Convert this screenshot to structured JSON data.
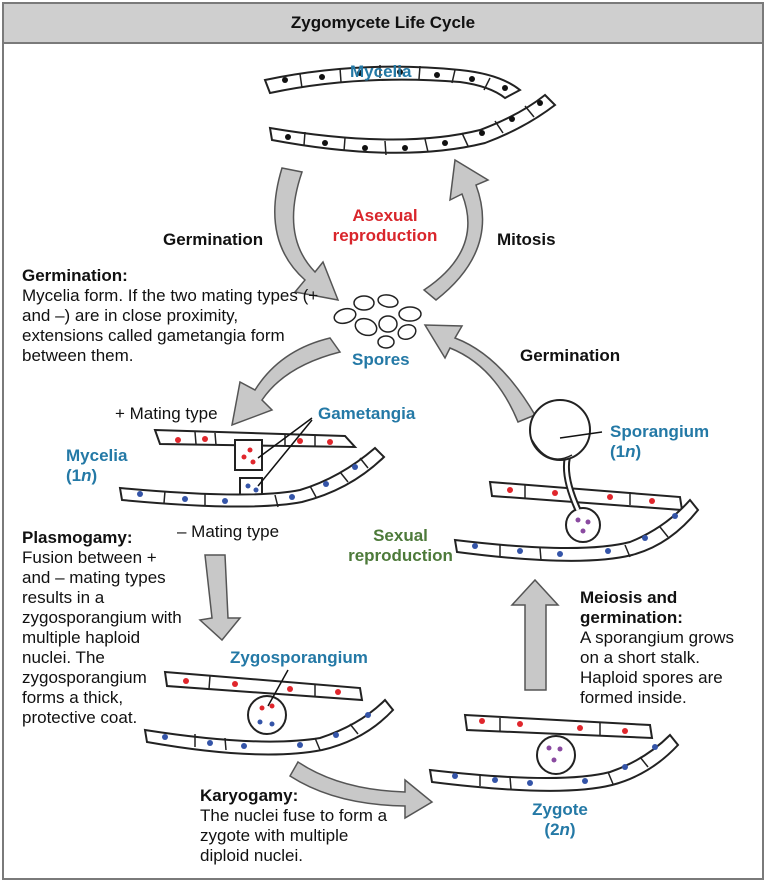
{
  "title": "Zygomycete Life Cycle",
  "labels": {
    "mycelia_top": "Mycelia",
    "asexual": "Asexual reproduction",
    "germination_left": "Germination",
    "mitosis": "Mitosis",
    "spores": "Spores",
    "germination_right": "Germination",
    "plus_mating": "+ Mating type",
    "gametangia": "Gametangia",
    "mycelia_1n_a": "Mycelia",
    "mycelia_1n_b": "(1",
    "mycelia_1n_n": "n",
    "mycelia_1n_c": ")",
    "minus_mating": "– Mating type",
    "sexual": "Sexual reproduction",
    "sporangium_a": "Sporangium",
    "sporangium_b": "(1",
    "sporangium_n": "n",
    "sporangium_c": ")",
    "zygosporangium": "Zygosporangium",
    "zygote_a": "Zygote",
    "zygote_b": "(2",
    "zygote_n": "n",
    "zygote_c": ")"
  },
  "paragraphs": {
    "germination": {
      "head": "Germination:",
      "body": "Mycelia form. If the two mating types (+ and –) are in close proximity, extensions called gametangia form between them."
    },
    "plasmogamy": {
      "head": "Plasmogamy:",
      "body": "Fusion between + and – mating types results in a zygosporangium with multiple haploid nuclei. The zygosporangium forms a thick, protective coat."
    },
    "meiosis": {
      "head": "Meiosis and germination:",
      "body": "A sporangium grows on a short stalk. Haploid spores are formed inside."
    },
    "karyogamy": {
      "head": "Karyogamy:",
      "body": "The nuclei fuse to form a zygote with multiple diploid nuclei."
    }
  },
  "colors": {
    "teal_label": "#2479a6",
    "red_label": "#d9262c",
    "green_label": "#4d7a3a",
    "arrow_fill": "#c8c8c8",
    "plus_nucleus": "#e0262c",
    "minus_nucleus": "#3454a8",
    "diploid_nucleus": "#8a4aa0"
  }
}
